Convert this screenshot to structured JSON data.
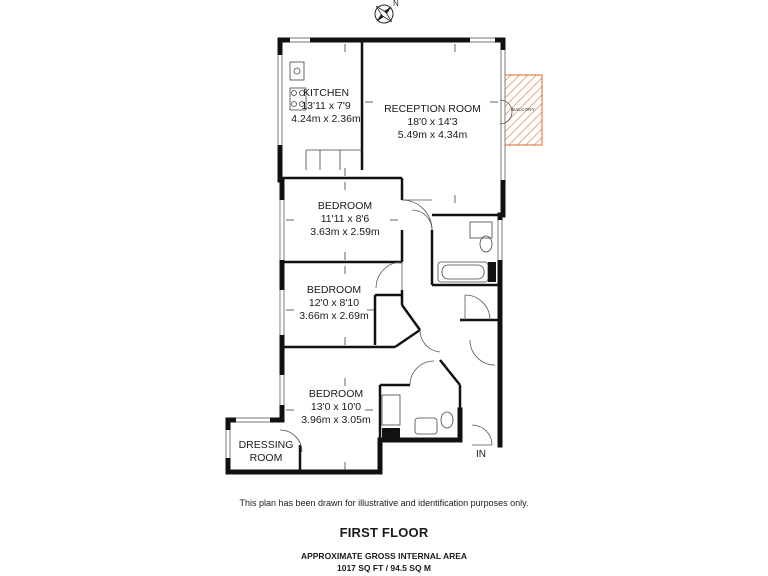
{
  "compass": {
    "north_label": "N"
  },
  "rooms": {
    "kitchen": {
      "name": "KITCHEN",
      "imperial": "13'11 x 7'9",
      "metric": "4.24m x 2.36m"
    },
    "reception": {
      "name": "RECEPTION ROOM",
      "imperial": "18'0 x 14'3",
      "metric": "5.49m x 4.34m"
    },
    "bedroom1": {
      "name": "BEDROOM",
      "imperial": "11'11 x 8'6",
      "metric": "3.63m x 2.59m"
    },
    "bedroom2": {
      "name": "BEDROOM",
      "imperial": "12'0 x 8'10",
      "metric": "3.66m x 2.69m"
    },
    "bedroom3": {
      "name": "BEDROOM",
      "imperial": "13'0 x 10'0",
      "metric": "3.96m x 3.05m"
    },
    "dressing": {
      "line1": "DRESSING",
      "line2": "ROOM"
    }
  },
  "balcony_label": "BALCONY",
  "entrance_label": "IN",
  "disclaimer": "This plan has been drawn for illustrative and identification purposes only.",
  "floor_title": "FIRST FLOOR",
  "area": {
    "line1": "APPROXIMATE GROSS INTERNAL AREA",
    "line2": "1017 SQ FT / 94.5 SQ M"
  },
  "colors": {
    "wall": "#111111",
    "window": "#9a9a9a",
    "hatch": "#d86a2a"
  }
}
